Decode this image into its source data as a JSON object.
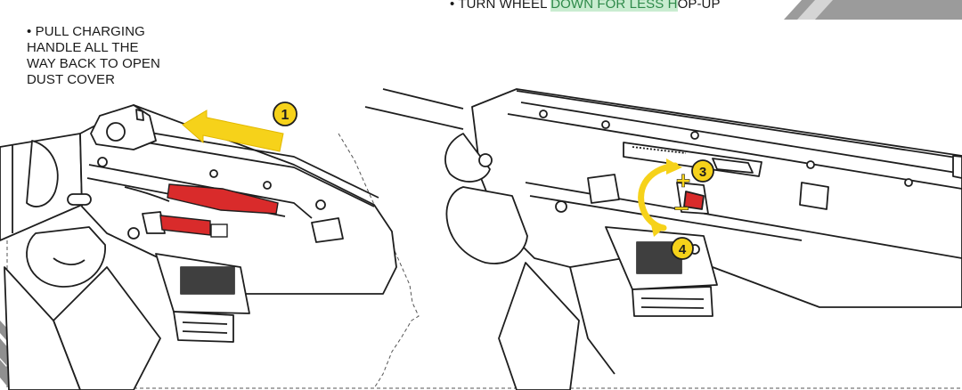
{
  "instructions": {
    "top_note_prefix": "• TURN WHEEL ",
    "top_note_highlight": "DOWN FOR LESS H",
    "top_note_suffix": "OP-UP",
    "step1_lines": [
      "• PULL CHARGING",
      "HANDLE ALL THE",
      "WAY BACK TO OPEN",
      "DUST COVER"
    ]
  },
  "callouts": {
    "step1": "1",
    "step3": "3",
    "step4": "4",
    "plus": "+",
    "minus": "−"
  },
  "colors": {
    "accent_yellow": "#f6d21a",
    "highlight_red": "#d92b2b",
    "line": "#1e1e1e",
    "panel_gray": "#9a9a9a",
    "highlight_green": "#c9ecd0"
  },
  "icons": {
    "arrow": "yellow-arrow-left-icon",
    "rotate": "curved-double-arrow-icon"
  }
}
